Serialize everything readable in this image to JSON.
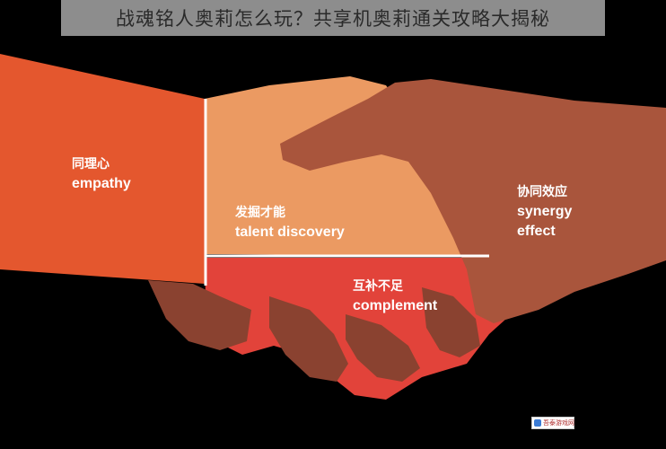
{
  "title": "战魂铭人奥莉怎么玩？共享机奥莉通关攻略大揭秘",
  "sections": {
    "empathy": {
      "zh": "同理心",
      "en": "empathy",
      "color": "#e4572e"
    },
    "talent": {
      "zh": "发掘才能",
      "en": "talent discovery",
      "color": "#eb9a62"
    },
    "complement": {
      "zh": "互补不足",
      "en": "complement",
      "color": "#e2433a"
    },
    "synergy": {
      "zh": "协同效应",
      "en": "synergy",
      "en2": "effect",
      "color": "#a9553c"
    }
  },
  "watermark": {
    "text": "吾泰游戏网"
  }
}
